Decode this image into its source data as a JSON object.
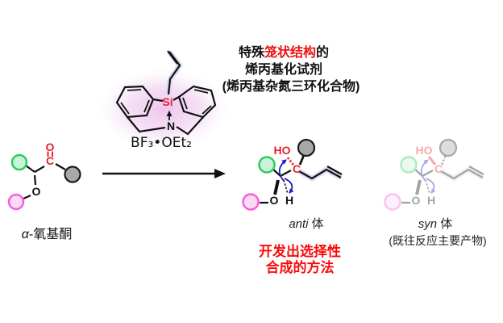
{
  "figure": {
    "title": {
      "line1_pre": "特殊",
      "line1_red": "笼状结构",
      "line1_post": "的",
      "line2": "烯丙基化试剂",
      "line3": "(烯丙基杂氮三环化合物)"
    },
    "reagent": {
      "formula": "BF₃•OEt₂",
      "si_atom": "Si",
      "n_atom": "N"
    },
    "substrate": {
      "carbonyl_o": "O",
      "carbonyl_c": "C",
      "ether_o": "O",
      "label_alpha": "α",
      "label_rest": "-氧基酮"
    },
    "anti_product": {
      "ho": "HO",
      "c": "C",
      "o": "O",
      "h": "H",
      "label_stereo": "anti",
      "label_suffix": " 体"
    },
    "syn_product": {
      "ho": "HO",
      "c": "C",
      "o": "O",
      "h": "H",
      "label_stereo": "syn",
      "label_suffix": " 体",
      "note": "(既往反应主要产物)"
    },
    "highlight": {
      "line1": "开发出选择性",
      "line2": "合成的方法"
    },
    "colors": {
      "structure_red": "#e8212b",
      "text_red": "#ee1111",
      "highlight_red": "#fb0a0a",
      "green_circle_stroke": "#2ecc5e",
      "green_circle_fill": "#c9f4d9",
      "pink_circle_stroke": "#f75fd7",
      "pink_circle_fill": "#fcd9f4",
      "gray_circle_fill": "#a8a8a8",
      "blue_arrow": "#1c1ccc",
      "purple_glow": "#dda6dd",
      "allyl_glow": "#d9d9f4"
    }
  }
}
